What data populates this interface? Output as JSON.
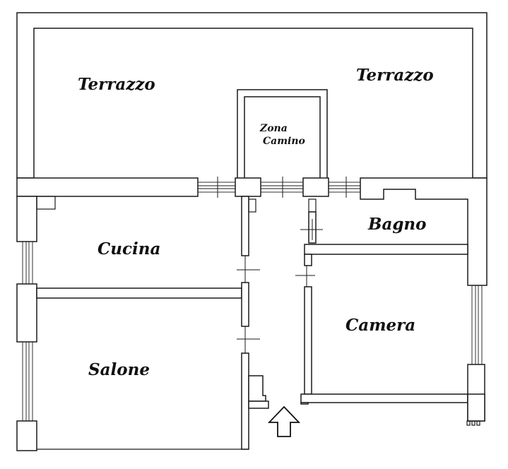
{
  "plan": {
    "rooms": {
      "terrazzo_left": "Terrazzo",
      "terrazzo_right": "Terrazzo",
      "zona_camino_line1": "Zona",
      "zona_camino_line2": "Camino",
      "bagno": "Bagno",
      "cucina": "Cucina",
      "camera": "Camera",
      "salone": "Salone"
    },
    "entrance_icon": "arrow-up-icon"
  }
}
